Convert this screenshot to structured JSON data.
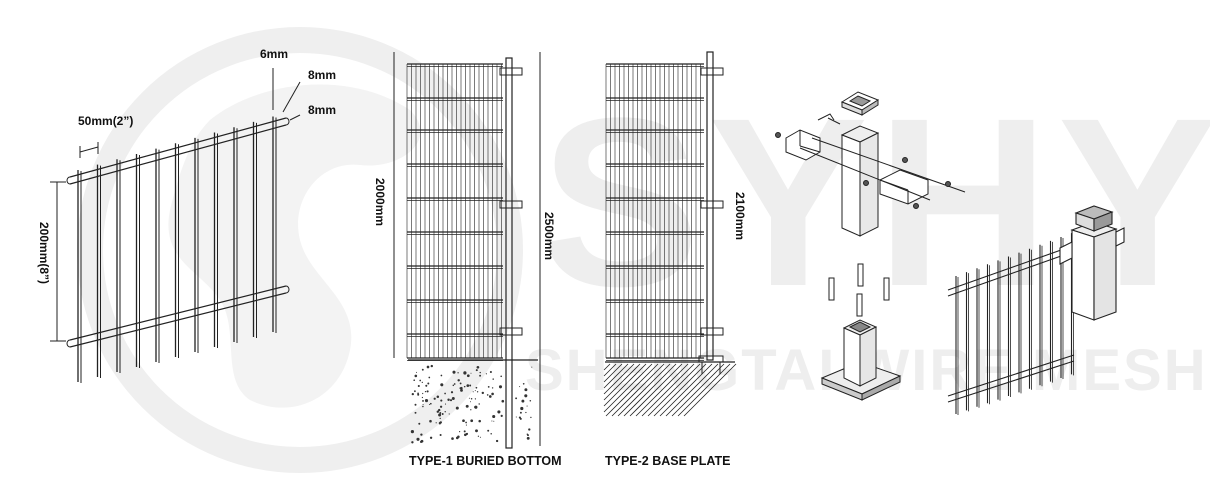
{
  "watermark": {
    "logo_letters": "SYHY",
    "tagline": "SHENGTAI WIRE MESH",
    "color": "#eeeeee"
  },
  "panel_detail": {
    "wire_6": "6mm",
    "wire_8_top": "8mm",
    "wire_8_bottom": "8mm",
    "spacing_horizontal": "50mm(2”)",
    "spacing_vertical": "200mm(8”)"
  },
  "type1": {
    "panel_height": "2000mm",
    "post_length": "2500mm",
    "caption": "TYPE-1 BURIED BOTTOM"
  },
  "type2": {
    "post_height": "2100mm",
    "caption": "TYPE-2 BASE PLATE"
  },
  "colors": {
    "line": "#222222",
    "watermark": "#eeeeee"
  }
}
